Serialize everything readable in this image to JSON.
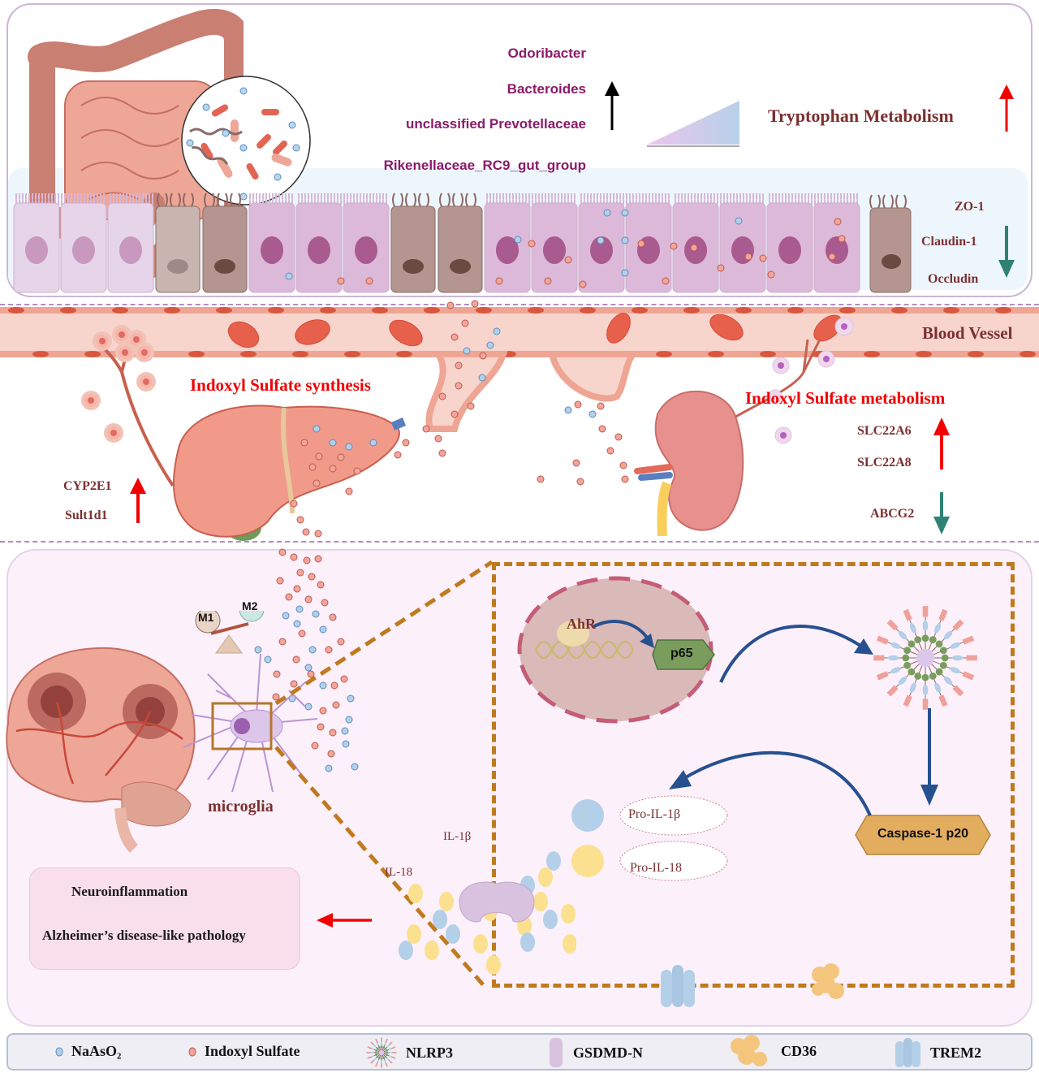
{
  "gut": {
    "bacteria": [
      "Odoribacter",
      "Bacteroides",
      "unclassified Prevotellaceae",
      "Rikenellaceae_RC9_gut_group"
    ],
    "bacteria_trend": "up",
    "tryptophan_label": "Tryptophan Metabolism",
    "tryptophan_trend": "up",
    "tight_junctions": [
      "ZO-1",
      "Claudin-1",
      "Occludin"
    ],
    "tight_junction_trend": "down"
  },
  "vessel": {
    "label": "Blood Vessel"
  },
  "liver": {
    "title": "Indoxyl Sulfate synthesis",
    "genes": [
      "CYP2E1",
      "Sult1d1"
    ],
    "gene_trend": "up"
  },
  "kidney": {
    "title": "Indoxyl Sulfate metabolism",
    "up_genes": [
      "SLC22A6",
      "SLC22A8"
    ],
    "down_genes": [
      "ABCG2"
    ]
  },
  "brain": {
    "microglia_label": "microglia",
    "m1_label": "M1",
    "m2_label": "M2",
    "outcomes": [
      "Neuroinflammation",
      "Alzheimer’s disease-like pathology"
    ],
    "il18_label": "IL-18",
    "il1b_label": "IL-1β"
  },
  "pathway": {
    "ahr_label": "AhR",
    "p65_label": "p65",
    "caspase_label": "Caspase-1 p20",
    "pro_il1b_label": "Pro-IL-1β",
    "pro_il18_label": "Pro-IL-18"
  },
  "legend": [
    {
      "icon": "naaso2-dot-icon",
      "label": "NaAsO₂"
    },
    {
      "icon": "indoxyl-sulfate-dot-icon",
      "label": "Indoxyl Sulfate"
    },
    {
      "icon": "nlrp3-icon",
      "label": "NLRP3"
    },
    {
      "icon": "gsdmd-n-icon",
      "label": "GSDMD-N"
    },
    {
      "icon": "cd36-icon",
      "label": "CD36"
    },
    {
      "icon": "trem2-icon",
      "label": "TREM2"
    }
  ],
  "colors": {
    "up_red": "#f20000",
    "up_black": "#000000",
    "down_teal": "#2f8273",
    "pathway_blue": "#27508f",
    "dashed_orange": "#c07a1e",
    "bacteria_text": "#8b1a6a",
    "gene_text": "#7b3030"
  }
}
